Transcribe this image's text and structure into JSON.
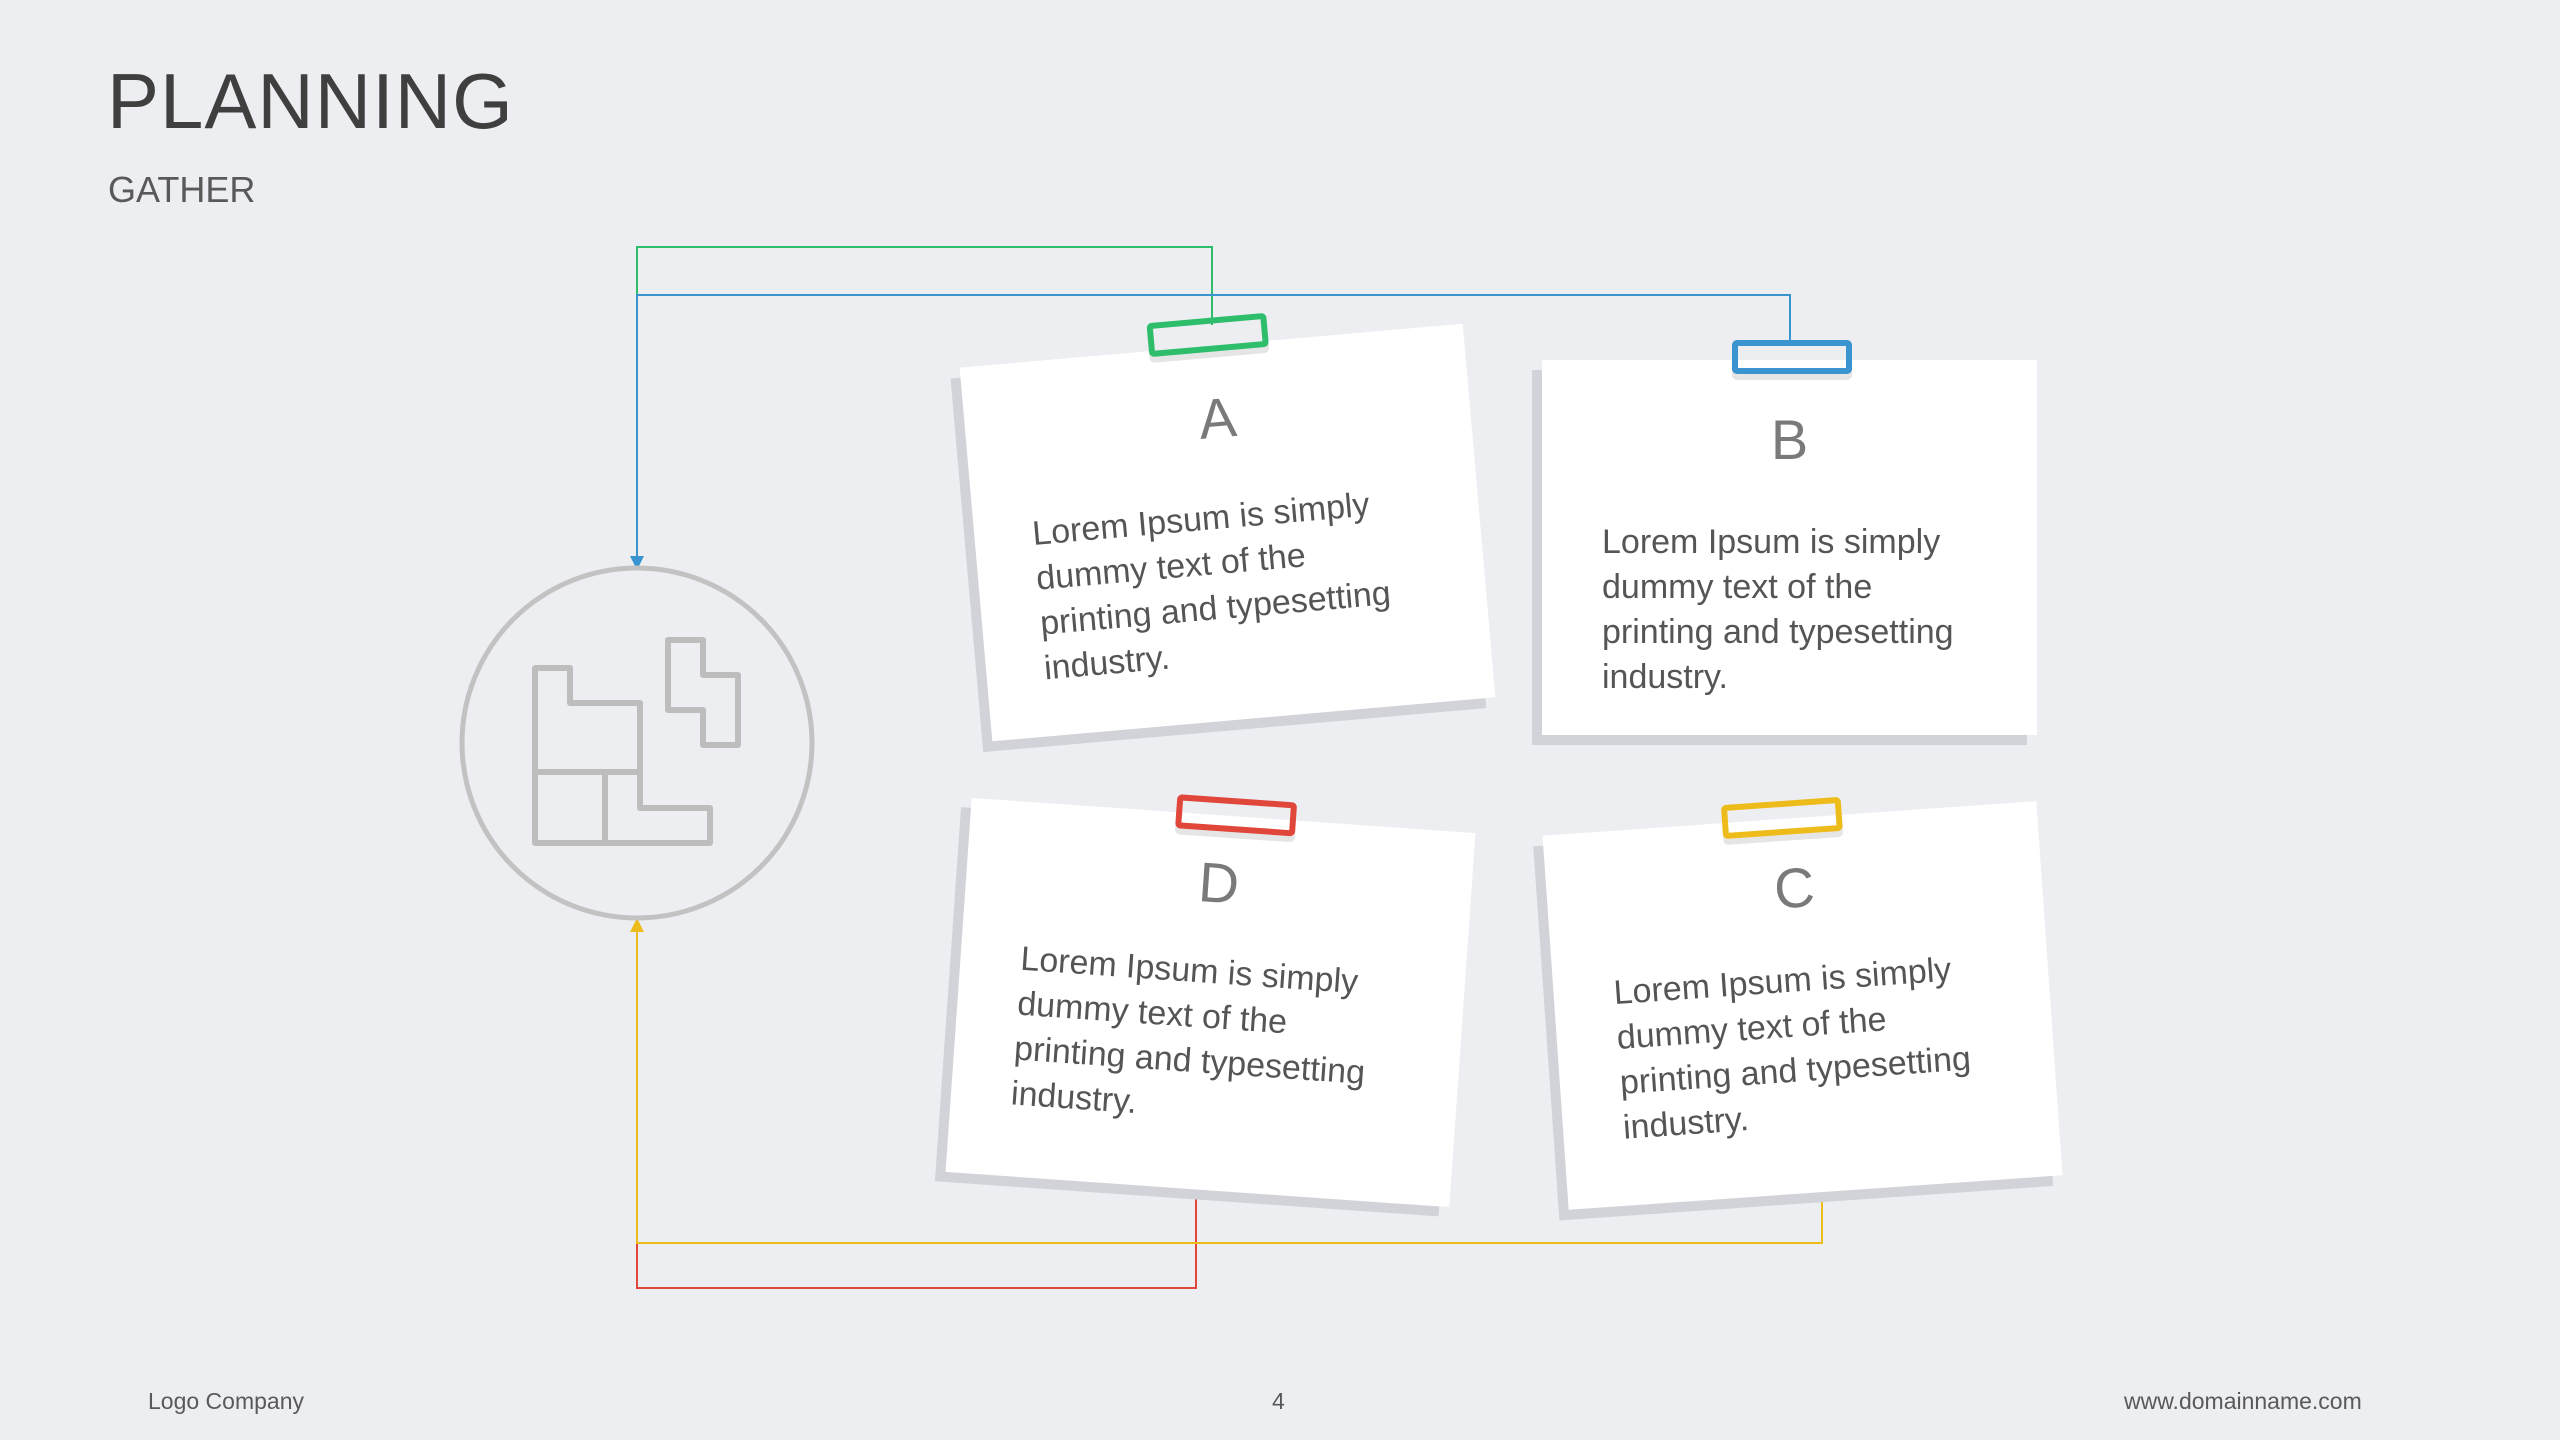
{
  "header": {
    "title": "PLANNING",
    "subtitle": "GATHER"
  },
  "notes": [
    {
      "letter": "A",
      "text": "Lorem Ipsum is simply dummy text of the printing and typesetting industry.",
      "clip_color": "#2ebd6b"
    },
    {
      "letter": "B",
      "text": "Lorem Ipsum is simply dummy text of the printing and typesetting industry.",
      "clip_color": "#3a94cf"
    },
    {
      "letter": "D",
      "text": "Lorem Ipsum is simply dummy text of the printing and typesetting industry.",
      "clip_color": "#e0463a"
    },
    {
      "letter": "C",
      "text": "Lorem Ipsum is simply dummy text of the printing and typesetting industry.",
      "clip_color": "#edbc1a"
    }
  ],
  "connector_colors": {
    "green": "#2ebd6b",
    "blue": "#3a94cf",
    "red": "#e0463a",
    "yellow": "#edbc1a"
  },
  "icon": {
    "name": "puzzle-blocks-icon"
  },
  "footer": {
    "company": "Logo Company",
    "page_number": "4",
    "website": "www.domainname.com"
  }
}
